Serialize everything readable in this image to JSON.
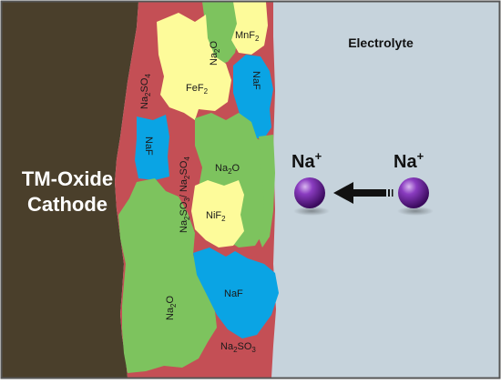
{
  "cathode_label": [
    "TM-Oxide",
    "Cathode"
  ],
  "electrolyte_label": "Electrolyte",
  "ion_base": "Na",
  "ion_charge": "+",
  "compounds": {
    "mnf2": [
      "MnF",
      "2",
      ""
    ],
    "na2o_top": [
      "Na",
      "2",
      "O"
    ],
    "naf_top": [
      "NaF",
      "",
      ""
    ],
    "na2so4_top": [
      "Na",
      "2",
      "SO",
      "4"
    ],
    "fef2": [
      "FeF",
      "2",
      ""
    ],
    "naf_left": [
      "NaF",
      "",
      ""
    ],
    "na2o_mid": [
      "Na",
      "2",
      "O"
    ],
    "mixed_sulfate": [
      "Na",
      "2",
      "SO",
      "3",
      "/ Na",
      "2",
      "SO",
      "4"
    ],
    "nif2": [
      "NiF",
      "2",
      ""
    ],
    "naf_bottom": [
      "NaF",
      "",
      ""
    ],
    "na2o_bottom": [
      "Na",
      "2",
      "O"
    ],
    "na2so3_bottom": [
      "Na",
      "2",
      "SO",
      "3"
    ]
  },
  "colors": {
    "cathode": "#4a3f2b",
    "electrolyte": "#c6d3dc",
    "sulfate": "#c44f55",
    "oxide": "#7dc35e",
    "fluoride_tm": "#fdfb9a",
    "naf": "#0aa4e4",
    "ion": "#5b1a8a"
  }
}
